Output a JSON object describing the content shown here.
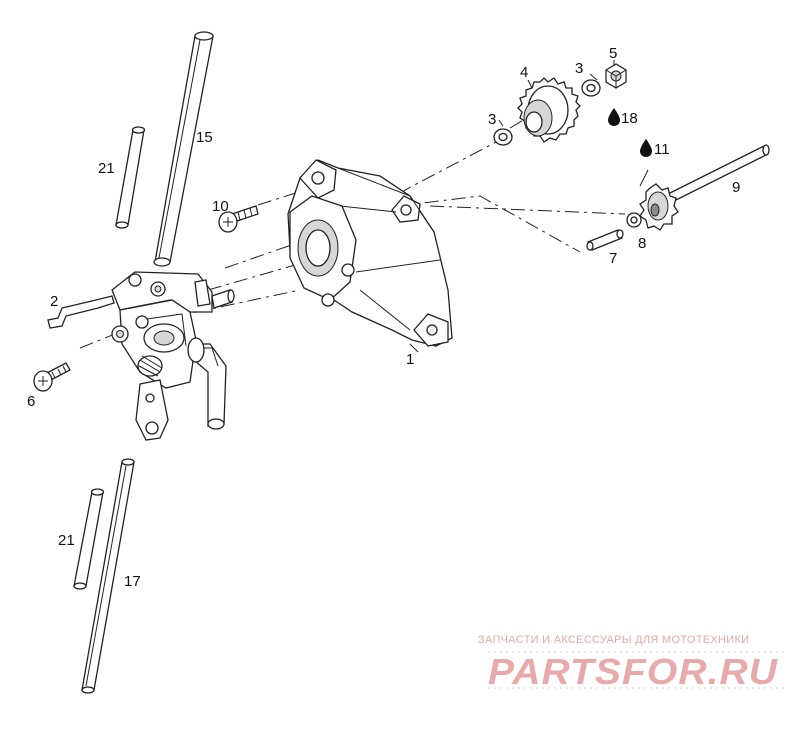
{
  "diagram": {
    "callouts": {
      "p1": "1",
      "p2": "2",
      "p3a": "3",
      "p3b": "3",
      "p4": "4",
      "p5": "5",
      "p6": "6",
      "p7": "7",
      "p8": "8",
      "p9": "9",
      "p10": "10",
      "p11": "11",
      "p15": "15",
      "p17": "17",
      "p18": "18",
      "p21a": "21",
      "p21b": "21"
    },
    "icons": {
      "lubricant": "oil-drop-icon"
    }
  },
  "watermark": {
    "tagline": "ЗАПЧАСТИ И АКСЕССУАРЫ ДЛЯ МОТОТЕХНИКИ",
    "logo": "PARTSFOR.RU",
    "color": "#e7a9a9"
  }
}
